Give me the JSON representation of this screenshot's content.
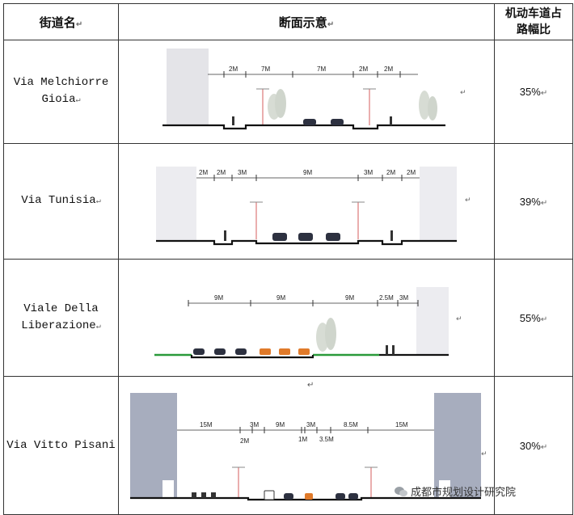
{
  "table": {
    "headers": {
      "name": "街道名",
      "section": "断面示意",
      "ratio_line1": "机动车道占",
      "ratio_line2": "路幅比"
    },
    "return_mark": "↵",
    "rows": [
      {
        "name_line1": "Via Melchiorre",
        "name_line2": "Gioia",
        "ratio": "35%",
        "dims": [
          "2M",
          "7M",
          "7M",
          "2M",
          "2M"
        ]
      },
      {
        "name_line1": "Via Tunisia",
        "name_line2": "",
        "ratio": "39%",
        "dims": [
          "2M",
          "2M",
          "3M",
          "9M",
          "3M",
          "2M",
          "2M"
        ]
      },
      {
        "name_line1": "Viale Della",
        "name_line2": "Liberazione",
        "ratio": "55%",
        "dims": [
          "9M",
          "9M",
          "9M",
          "2.5M",
          "3M"
        ]
      },
      {
        "name_line1": "Via Vitto Pisani",
        "name_line2": "",
        "ratio": "30%",
        "dims_top": [
          "15M",
          "3M",
          "9M",
          "3M",
          "8.5M",
          "15M"
        ],
        "dims_bottom": [
          "2M",
          "1M",
          "3.5M"
        ]
      }
    ]
  },
  "watermark": {
    "text": "成都市规划设计研究院"
  }
}
